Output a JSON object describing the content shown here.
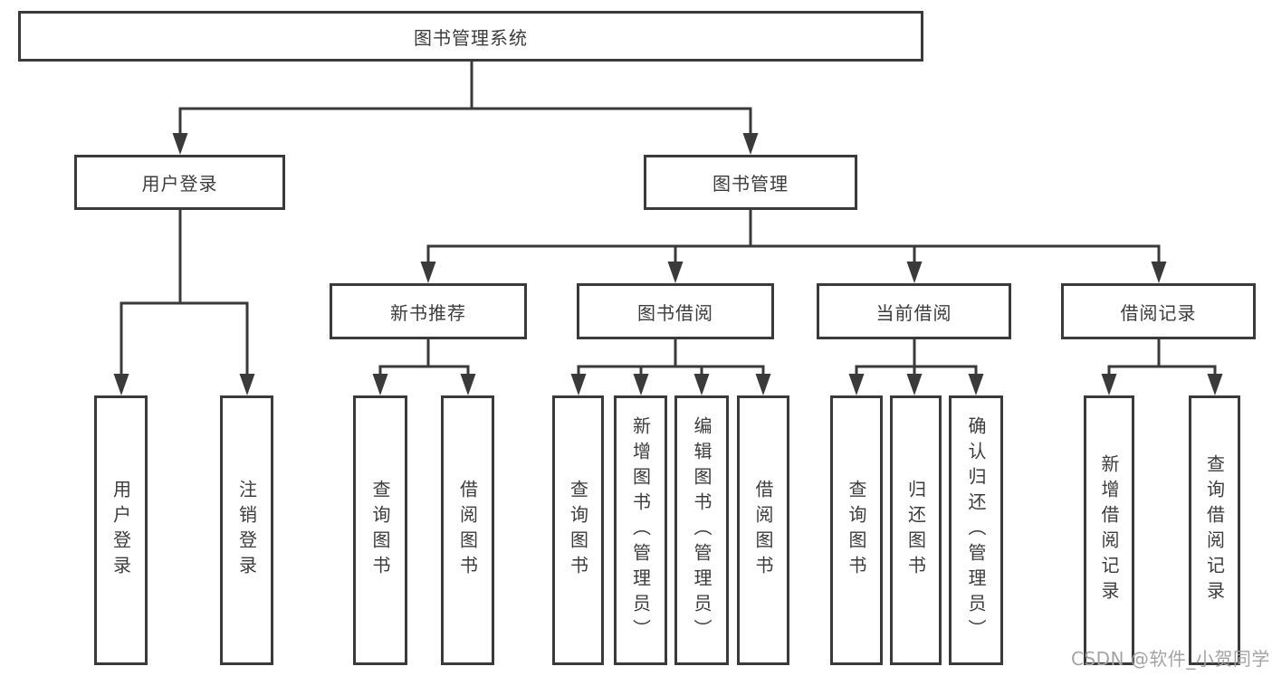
{
  "diagram": {
    "title": "图书管理系统",
    "root": {
      "label": "图书管理系统"
    },
    "level2": [
      {
        "label": "用户登录"
      },
      {
        "label": "图书管理"
      }
    ],
    "level3": [
      {
        "label": "新书推荐"
      },
      {
        "label": "图书借阅"
      },
      {
        "label": "当前借阅"
      },
      {
        "label": "借阅记录"
      }
    ],
    "leaves": {
      "user_login": [
        "用户登录",
        "注销登录"
      ],
      "new_book_recommend": [
        "查询图书",
        "借阅图书"
      ],
      "book_borrow": [
        "查询图书",
        "新增图书（管理员）",
        "编辑图书（管理员）",
        "借阅图书"
      ],
      "current_borrow": [
        "查询图书",
        "归还图书",
        "确认归还（管理员）"
      ],
      "borrow_records": [
        "新增借阅记录",
        "查询借阅记录"
      ]
    }
  },
  "watermark": {
    "text": "CSDN @软件_小贺同学",
    "color": "#a3a3a3"
  },
  "colors": {
    "line": "#3a3a3a",
    "text": "#3c3c3c",
    "background": "#ffffff"
  }
}
